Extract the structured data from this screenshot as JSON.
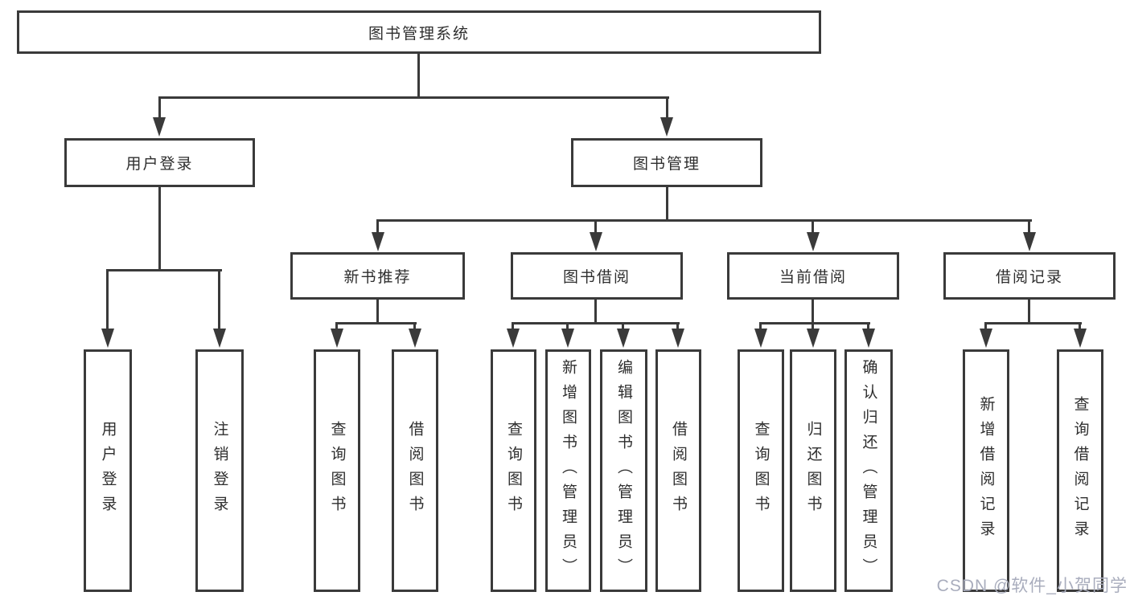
{
  "colors": {
    "line": "#3a3a3a",
    "text": "#2e2e2e",
    "watermark": "#a9adbd",
    "background": "#ffffff"
  },
  "tree": {
    "label": "图书管理系统",
    "children": [
      {
        "label": "用户登录",
        "children": [
          {
            "label": "用户登录"
          },
          {
            "label": "注销登录"
          }
        ]
      },
      {
        "label": "图书管理",
        "children": [
          {
            "label": "新书推荐",
            "children": [
              {
                "label": "查询图书"
              },
              {
                "label": "借阅图书"
              }
            ]
          },
          {
            "label": "图书借阅",
            "children": [
              {
                "label": "查询图书"
              },
              {
                "label": "新增图书（管理员）"
              },
              {
                "label": "编辑图书（管理员）"
              },
              {
                "label": "借阅图书"
              }
            ]
          },
          {
            "label": "当前借阅",
            "children": [
              {
                "label": "查询图书"
              },
              {
                "label": "归还图书"
              },
              {
                "label": "确认归还（管理员）"
              }
            ]
          },
          {
            "label": "借阅记录",
            "children": [
              {
                "label": "新增借阅记录"
              },
              {
                "label": "查询借阅记录"
              }
            ]
          }
        ]
      }
    ]
  },
  "watermark": "CSDN @软件_小贺同学"
}
